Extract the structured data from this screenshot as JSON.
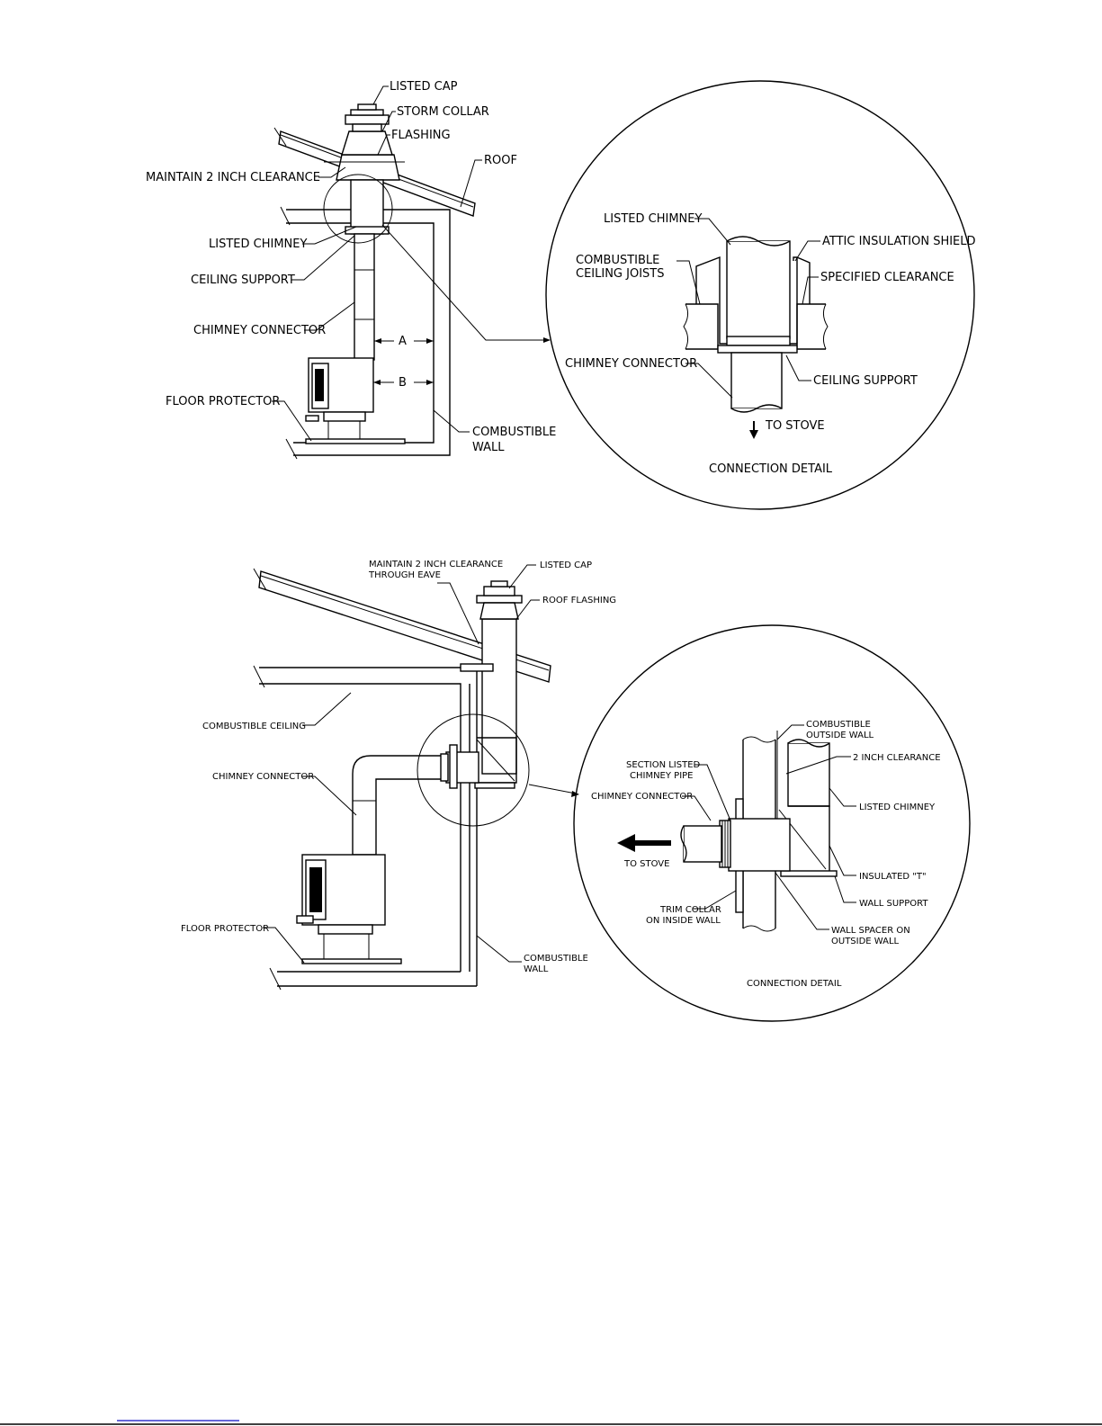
{
  "figure1": {
    "labels": {
      "listed_cap": "LISTED CAP",
      "storm_collar": "STORM COLLAR",
      "flashing": "FLASHING",
      "roof": "ROOF",
      "maintain_clearance": "MAINTAIN 2 INCH CLEARANCE",
      "listed_chimney": "LISTED CHIMNEY",
      "ceiling_support": "CEILING SUPPORT",
      "chimney_connector": "CHIMNEY CONNECTOR",
      "dim_a": "A",
      "dim_b": "B",
      "floor_protector": "FLOOR PROTECTOR",
      "combustible_wall_1": "COMBUSTIBLE",
      "combustible_wall_2": "WALL"
    },
    "detail": {
      "listed_chimney": "LISTED CHIMNEY",
      "attic_insulation_shield": "ATTIC INSULATION SHIELD",
      "combustible_joists_1": "COMBUSTIBLE",
      "combustible_joists_2": "CEILING JOISTS",
      "specified_clearance": "SPECIFIED CLEARANCE",
      "chimney_connector": "CHIMNEY CONNECTOR",
      "ceiling_support": "CEILING SUPPORT",
      "to_stove": "TO STOVE",
      "caption": "CONNECTION DETAIL"
    }
  },
  "figure2": {
    "labels": {
      "maintain_clearance_1": "MAINTAIN 2 INCH CLEARANCE",
      "maintain_clearance_2": "THROUGH EAVE",
      "listed_cap": "LISTED CAP",
      "roof_flashing": "ROOF FLASHING",
      "combustible_ceiling": "COMBUSTIBLE CEILING",
      "chimney_connector": "CHIMNEY CONNECTOR",
      "floor_protector": "FLOOR PROTECTOR",
      "combustible_wall_1": "COMBUSTIBLE",
      "combustible_wall_2": "WALL"
    },
    "detail": {
      "combustible_outside_wall_1": "COMBUSTIBLE",
      "combustible_outside_wall_2": "OUTSIDE WALL",
      "two_inch_clearance": "2 INCH CLEARANCE",
      "section_listed_1": "SECTION LISTED",
      "section_listed_2": "CHIMNEY PIPE",
      "chimney_connector": "CHIMNEY CONNECTOR",
      "listed_chimney": "LISTED CHIMNEY",
      "to_stove": "TO STOVE",
      "insulated_t": "INSULATED \"T\"",
      "wall_support": "WALL SUPPORT",
      "trim_collar_1": "TRIM COLLAR",
      "trim_collar_2": "ON INSIDE WALL",
      "wall_spacer_1": "WALL SPACER ON",
      "wall_spacer_2": "OUTSIDE WALL",
      "caption": "CONNECTION DETAIL"
    }
  },
  "colors": {
    "line": "#000000",
    "footer_link": "#3333cc"
  }
}
